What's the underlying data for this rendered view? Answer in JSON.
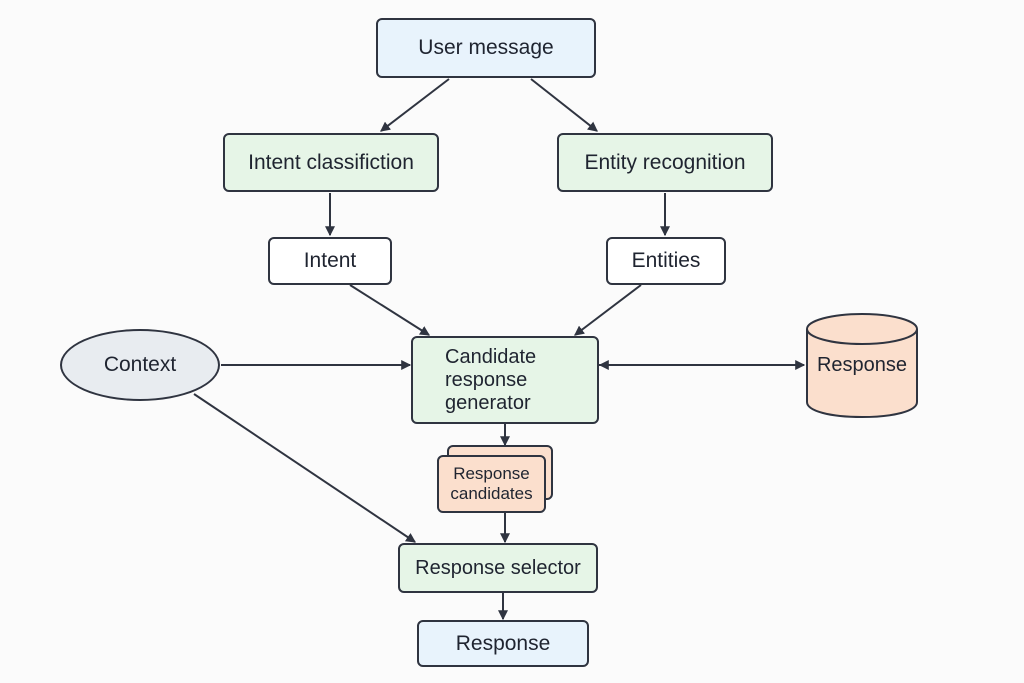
{
  "nodes": {
    "user_message": "User message",
    "intent_classification": "Intent classifiction",
    "entity_recognition": "Entity recognition",
    "intent": "Intent",
    "entities": "Entities",
    "context": "Context",
    "candidate_generator": {
      "line1": "Candidate",
      "line2": "response",
      "line3": "generator"
    },
    "response_store": "Response",
    "response_candidates": {
      "line1": "Response",
      "line2": "candidates"
    },
    "response_selector": "Response selector",
    "response": "Response"
  },
  "colors": {
    "blue_fill": "#e8f3fc",
    "green_fill": "#e6f5e7",
    "peach_fill": "#fbdfcd",
    "gray_fill": "#e8ecf0",
    "outline": "#2f3440"
  }
}
